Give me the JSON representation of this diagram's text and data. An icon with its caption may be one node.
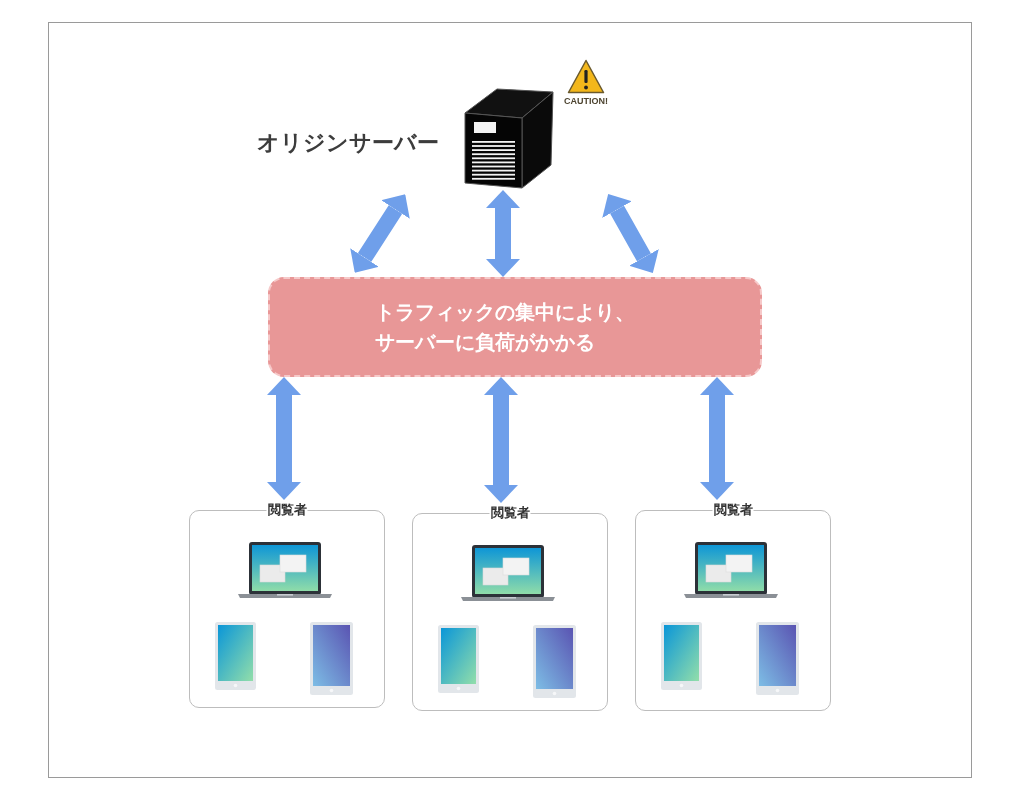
{
  "diagram": {
    "nodes": [
      {
        "text": [
          "オリジンサーバー"
        ]
      },
      {
        "text": [
          "トラフィックの集中により、サーバーに負荷がかかる"
        ]
      },
      {
        "text": [
          "閲覧者"
        ]
      },
      {
        "text": [
          "閲覧者"
        ]
      },
      {
        "text": [
          "閲覧者"
        ]
      }
    ],
    "edges": [
      {
        "from": 0,
        "to": 1,
        "arrow": "both"
      },
      {
        "from": 0,
        "to": 1,
        "arrow": "both"
      },
      {
        "from": 0,
        "to": 1,
        "arrow": "both"
      },
      {
        "from": 1,
        "to": 2,
        "arrow": "both"
      },
      {
        "from": 1,
        "to": 3,
        "arrow": "both"
      },
      {
        "from": 1,
        "to": 4,
        "arrow": "both"
      }
    ],
    "labels": [
      "CAUTION!"
    ]
  }
}
